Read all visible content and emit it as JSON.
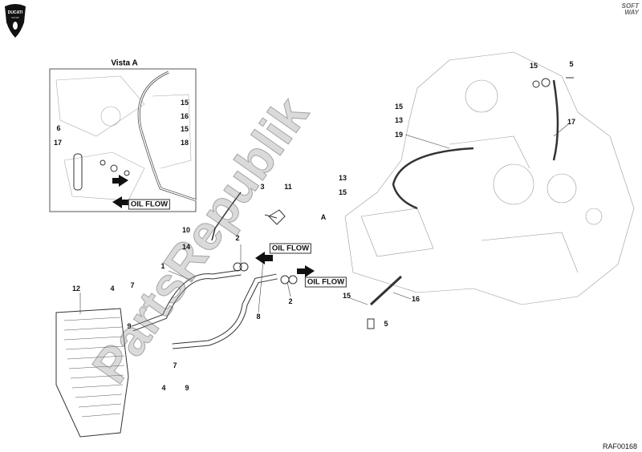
{
  "brand": {
    "logo_text": "DUCATI CORSE",
    "partner_logo": "SOFT WAY"
  },
  "inset": {
    "title": "Vista A",
    "labels": [
      "15",
      "16",
      "15",
      "18",
      "6",
      "17"
    ],
    "oil_flow": "OIL FLOW"
  },
  "main": {
    "callouts": [
      "15",
      "5",
      "17",
      "15",
      "13",
      "19",
      "13",
      "15",
      "A",
      "3",
      "11",
      "10",
      "14",
      "2",
      "1",
      "7",
      "4",
      "12",
      "8",
      "2",
      "15",
      "16",
      "5",
      "9",
      "7",
      "4",
      "9"
    ],
    "oil_flow_1": "OIL FLOW",
    "oil_flow_2": "OIL FLOW"
  },
  "watermark": "PartsRepublik",
  "drawing_code": "RAF00168"
}
